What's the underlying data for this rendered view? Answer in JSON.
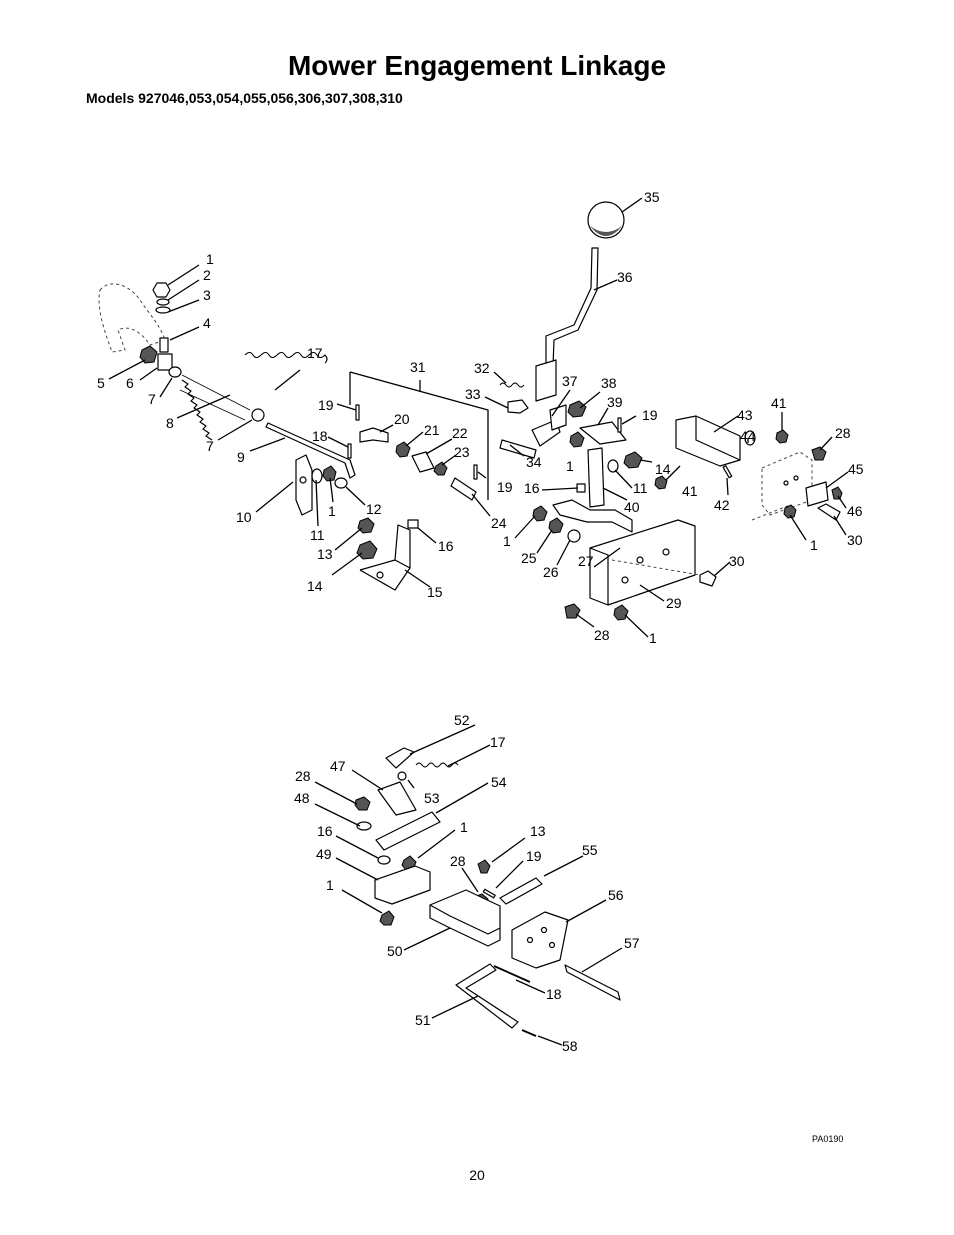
{
  "title": "Mower Engagement Linkage",
  "subtitle": "Models 927046,053,054,055,056,306,307,308,310",
  "drawing_code": "PA0190",
  "page_number": "20",
  "callouts": {
    "c1a": "1",
    "c2": "2",
    "c3": "3",
    "c4": "4",
    "c5": "5",
    "c6": "6",
    "c7a": "7",
    "c8": "8",
    "c7b": "7",
    "c9": "9",
    "c10": "10",
    "c11a": "11",
    "c1b": "1",
    "c12": "12",
    "c13a": "13",
    "c14a": "14",
    "c15": "15",
    "c16a": "16",
    "c17a": "17",
    "c18a": "18",
    "c19a": "19",
    "c20": "20",
    "c21": "21",
    "c22": "22",
    "c23": "23",
    "c19b": "19",
    "c24": "24",
    "c31": "31",
    "c32": "32",
    "c33": "33",
    "c34": "34",
    "c1c": "1",
    "c37": "37",
    "c38": "38",
    "c39": "39",
    "c19c": "19",
    "c35": "35",
    "c36": "36",
    "c14b": "14",
    "c11b": "11",
    "c16b": "16",
    "c40": "40",
    "c41a": "41",
    "c1d": "1",
    "c25": "25",
    "c26": "26",
    "c27": "27",
    "c29": "29",
    "c30a": "30",
    "c28a": "28",
    "c1e": "1",
    "c43": "43",
    "c44": "44",
    "c41b": "41",
    "c42": "42",
    "c28b": "28",
    "c45": "45",
    "c46": "46",
    "c1f": "1",
    "c30b": "30",
    "c52": "52",
    "c17b": "17",
    "c47": "47",
    "c28c": "28",
    "c53": "53",
    "c54": "54",
    "c48": "48",
    "c1g": "1",
    "c16c": "16",
    "c49": "49",
    "c1h": "1",
    "c13b": "13",
    "c28d": "28",
    "c19d": "19",
    "c55": "55",
    "c50": "50",
    "c56": "56",
    "c57": "57",
    "c18b": "18",
    "c51": "51",
    "c58": "58"
  }
}
